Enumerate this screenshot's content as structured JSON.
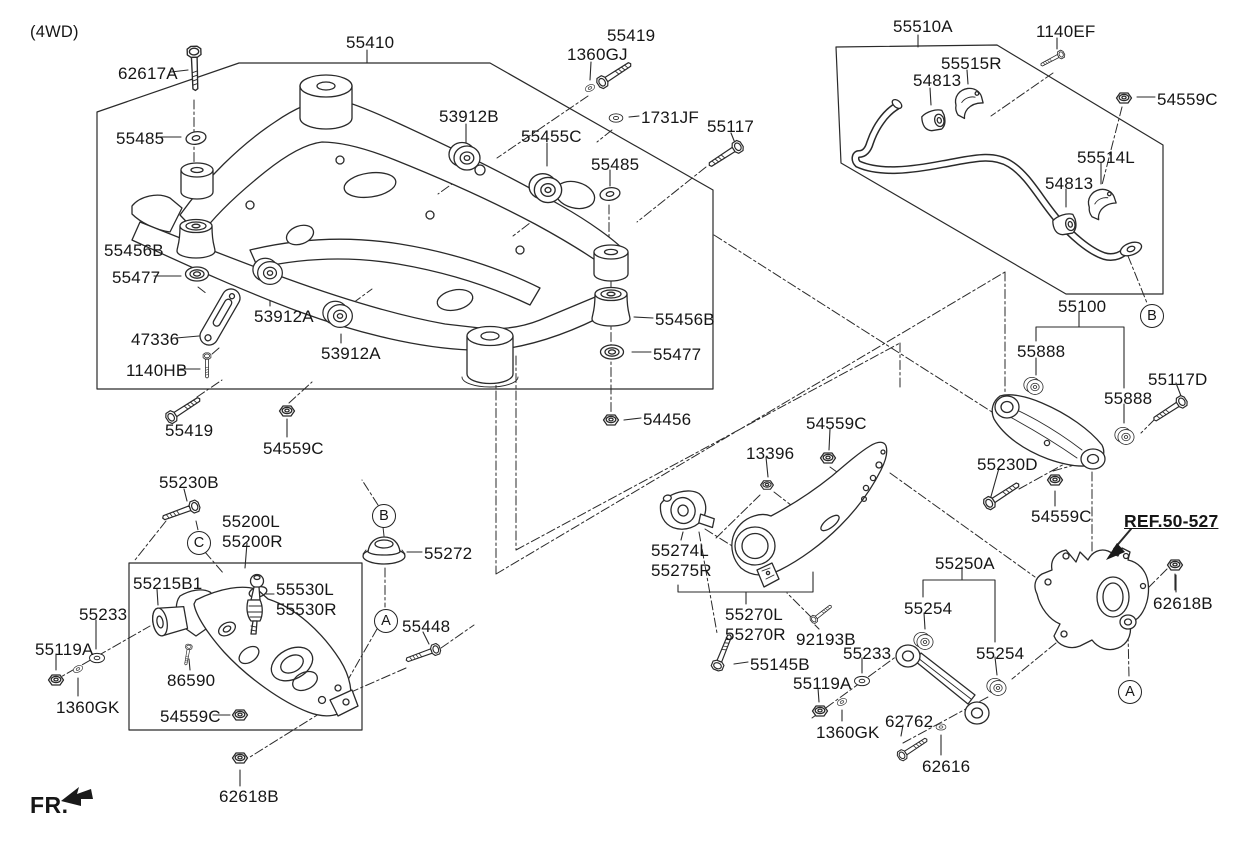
{
  "note_4wd": "(4WD)",
  "fr_label": "FR.",
  "ref_label": "REF.50-527",
  "view_markers": {
    "a": "A",
    "b": "B",
    "c": "C"
  },
  "colors": {
    "line": "#2a2a2a",
    "text": "#161616",
    "background": "#ffffff"
  },
  "parts": {
    "n55410": "55410",
    "n62617a": "62617A",
    "n55485": "55485",
    "n55456b": "55456B",
    "n55477": "55477",
    "n47336": "47336",
    "n1140hb": "1140HB",
    "n55419": "55419",
    "n54559c": "54559C",
    "n53912a": "53912A",
    "n53912b": "53912B",
    "n55455c": "55455C",
    "n1360gj": "1360GJ",
    "n1731jf": "1731JF",
    "n55117": "55117",
    "n54456": "54456",
    "n55510a": "55510A",
    "n1140ef": "1140EF",
    "n55515r": "55515R",
    "n54813": "54813",
    "n55514l": "55514L",
    "n55100": "55100",
    "n55888": "55888",
    "n55117d": "55117D",
    "n55230d": "55230D",
    "n13396": "13396",
    "n55274l": "55274L",
    "n55275r": "55275R",
    "n55270l": "55270L",
    "n55270r": "55270R",
    "n92193b": "92193B",
    "n55145b": "55145B",
    "n55233": "55233",
    "n55119a": "55119A",
    "n1360gk": "1360GK",
    "n62762": "62762",
    "n62616": "62616",
    "n55250a": "55250A",
    "n55254": "55254",
    "n62618b": "62618B",
    "n55230b": "55230B",
    "n55200l": "55200L",
    "n55200r": "55200R",
    "n55215b1": "55215B1",
    "n86590": "86590",
    "n55530l": "55530L",
    "n55530r": "55530R",
    "n55272": "55272",
    "n55448": "55448"
  }
}
